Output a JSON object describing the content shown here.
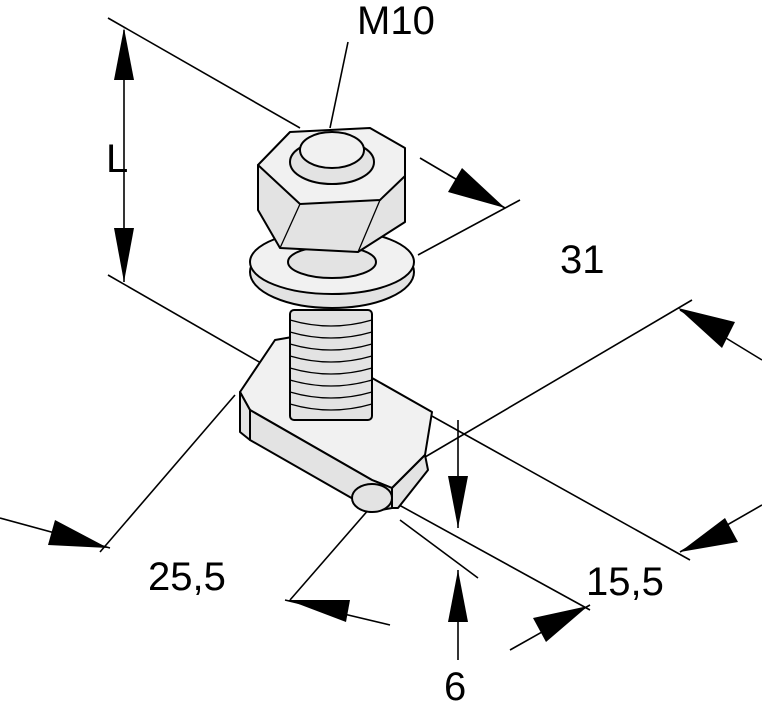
{
  "drawing": {
    "labels": {
      "thread": "M10",
      "length": "L",
      "height": "31",
      "length_slot": "25,5",
      "width": "15,5",
      "thickness": "6"
    },
    "colors": {
      "line": "#000000",
      "fill": "#e3e3e3",
      "background": "#ffffff"
    }
  }
}
